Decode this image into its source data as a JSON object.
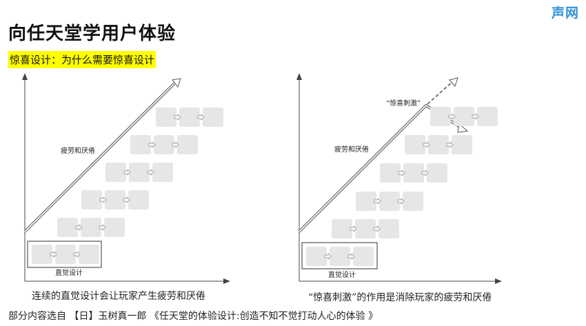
{
  "brand": "声网",
  "title": "向任天堂学用户体验",
  "subtitle": "惊喜设计：为什么需要惊喜设计",
  "left_diagram": {
    "line_label": "疲劳和厌倦",
    "box_label": "直觉设计",
    "caption": "连续的直觉设计会让玩家产生疲劳和厌倦"
  },
  "right_diagram": {
    "line_label": "疲劳和厌倦",
    "surprise_label": "“惊喜刺激”",
    "box_label": "直觉设计",
    "caption": "“惊喜刺激”的作用是消除玩家的疲劳和厌倦"
  },
  "source": "部分内容选自 【日】玉树真一郎 《任天堂的体验设计:创造不知不觉打动人心的体验 》",
  "colors": {
    "brand": "#2f8fd8",
    "highlight": "#ffff00",
    "tile": "#e6e6e6"
  }
}
